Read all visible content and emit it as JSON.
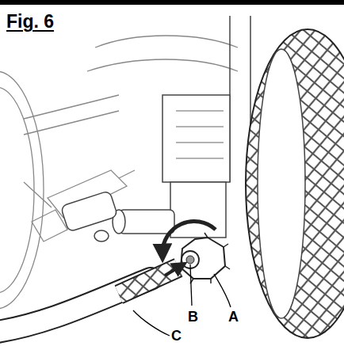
{
  "diagram": {
    "title": "Fig. 6",
    "labels": [
      "B",
      "A",
      "C"
    ]
  }
}
